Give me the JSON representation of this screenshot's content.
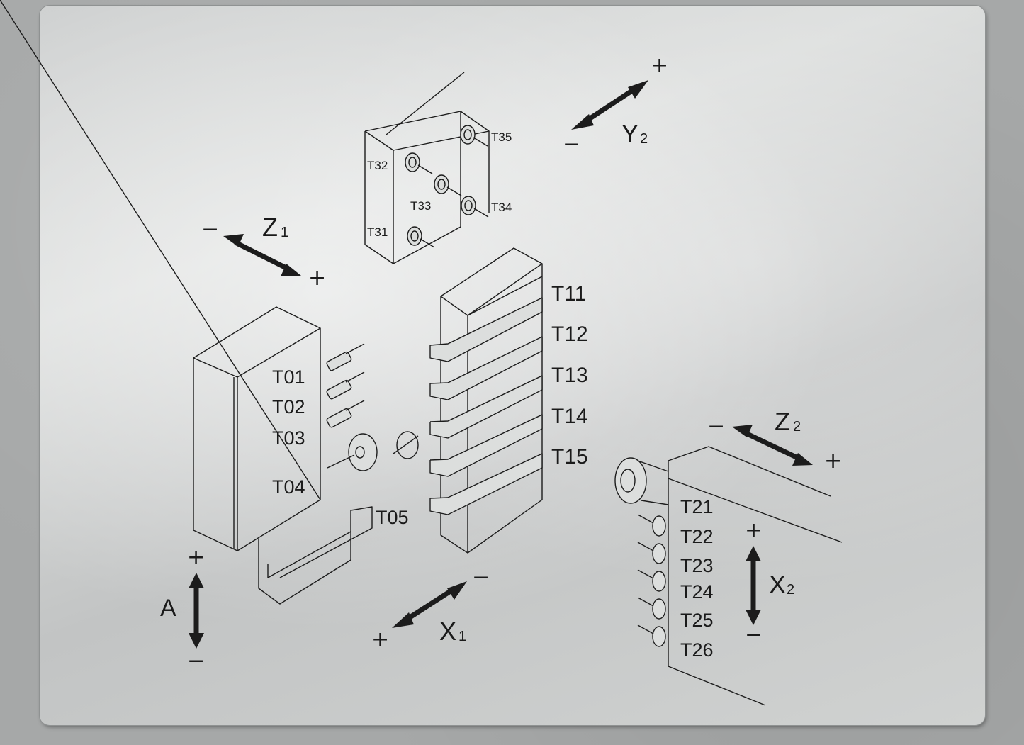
{
  "axes": {
    "y2": {
      "letter": "Y",
      "sub": "2",
      "plus": "+",
      "minus": "−"
    },
    "z1": {
      "letter": "Z",
      "sub": "1",
      "plus": "+",
      "minus": "−"
    },
    "z2": {
      "letter": "Z",
      "sub": "2",
      "plus": "+",
      "minus": "−"
    },
    "x1": {
      "letter": "X",
      "sub": "1",
      "plus": "+",
      "minus": "−"
    },
    "x2": {
      "letter": "X",
      "sub": "2",
      "plus": "+",
      "minus": "−"
    },
    "a": {
      "letter": "A",
      "plus": "+",
      "minus": "−"
    }
  },
  "tools": {
    "top_turret": [
      "T35",
      "T32",
      "T33",
      "T34",
      "T31"
    ],
    "left_block": [
      "T01",
      "T02",
      "T03",
      "T04",
      "T05"
    ],
    "center_block": [
      "T11",
      "T12",
      "T13",
      "T14",
      "T15"
    ],
    "right_turret": [
      "T21",
      "T22",
      "T23",
      "T24",
      "T25",
      "T26"
    ]
  },
  "colors": {
    "ink": "#1c1c1c",
    "plate": "#d4d6d5",
    "background": "#a6a8a8"
  }
}
